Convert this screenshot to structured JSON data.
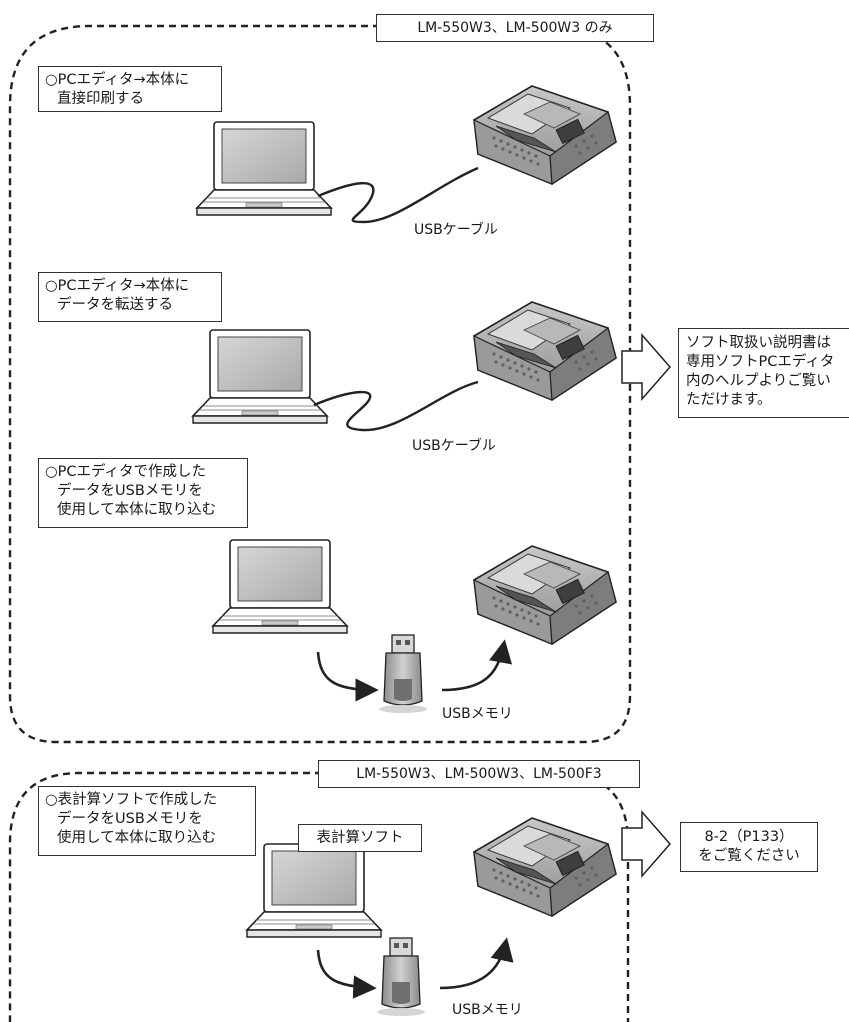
{
  "upper_panel": {
    "models_tag": "LM-550W3、LM-500W3 のみ",
    "scenario_direct_print": {
      "lines": [
        "○PCエディタ→本体に",
        "直接印刷する"
      ],
      "cable_label": "USBケーブル"
    },
    "scenario_data_transfer": {
      "lines": [
        "○PCエディタ→本体に",
        "データを転送する"
      ],
      "cable_label": "USBケーブル"
    },
    "scenario_usb_import": {
      "lines": [
        "○PCエディタで作成した",
        "データをUSBメモリを",
        "使用して本体に取り込む"
      ],
      "memory_label": "USBメモリ"
    },
    "note": {
      "lines": [
        "ソフト取扱い説明書は",
        "専用ソフトPCエディタ",
        "内のヘルプよりご覧い",
        "ただけます。"
      ]
    }
  },
  "lower_panel": {
    "models_tag": "LM-550W3、LM-500W3、LM-500F3",
    "scenario_spreadsheet": {
      "lines": [
        "○表計算ソフトで作成した",
        "データをUSBメモリを",
        "使用して本体に取り込む"
      ],
      "software_label": "表計算ソフト",
      "memory_label": "USBメモリ"
    },
    "note": {
      "lines": [
        "8-2（P133）",
        "をご覧ください"
      ]
    }
  },
  "colors": {
    "line": "#222222",
    "laptop_screen": "#c9c9c9",
    "printer_body": "#b4b4b4",
    "printer_dark": "#7d7d7d",
    "usb_stick": "#a8a8a8"
  }
}
